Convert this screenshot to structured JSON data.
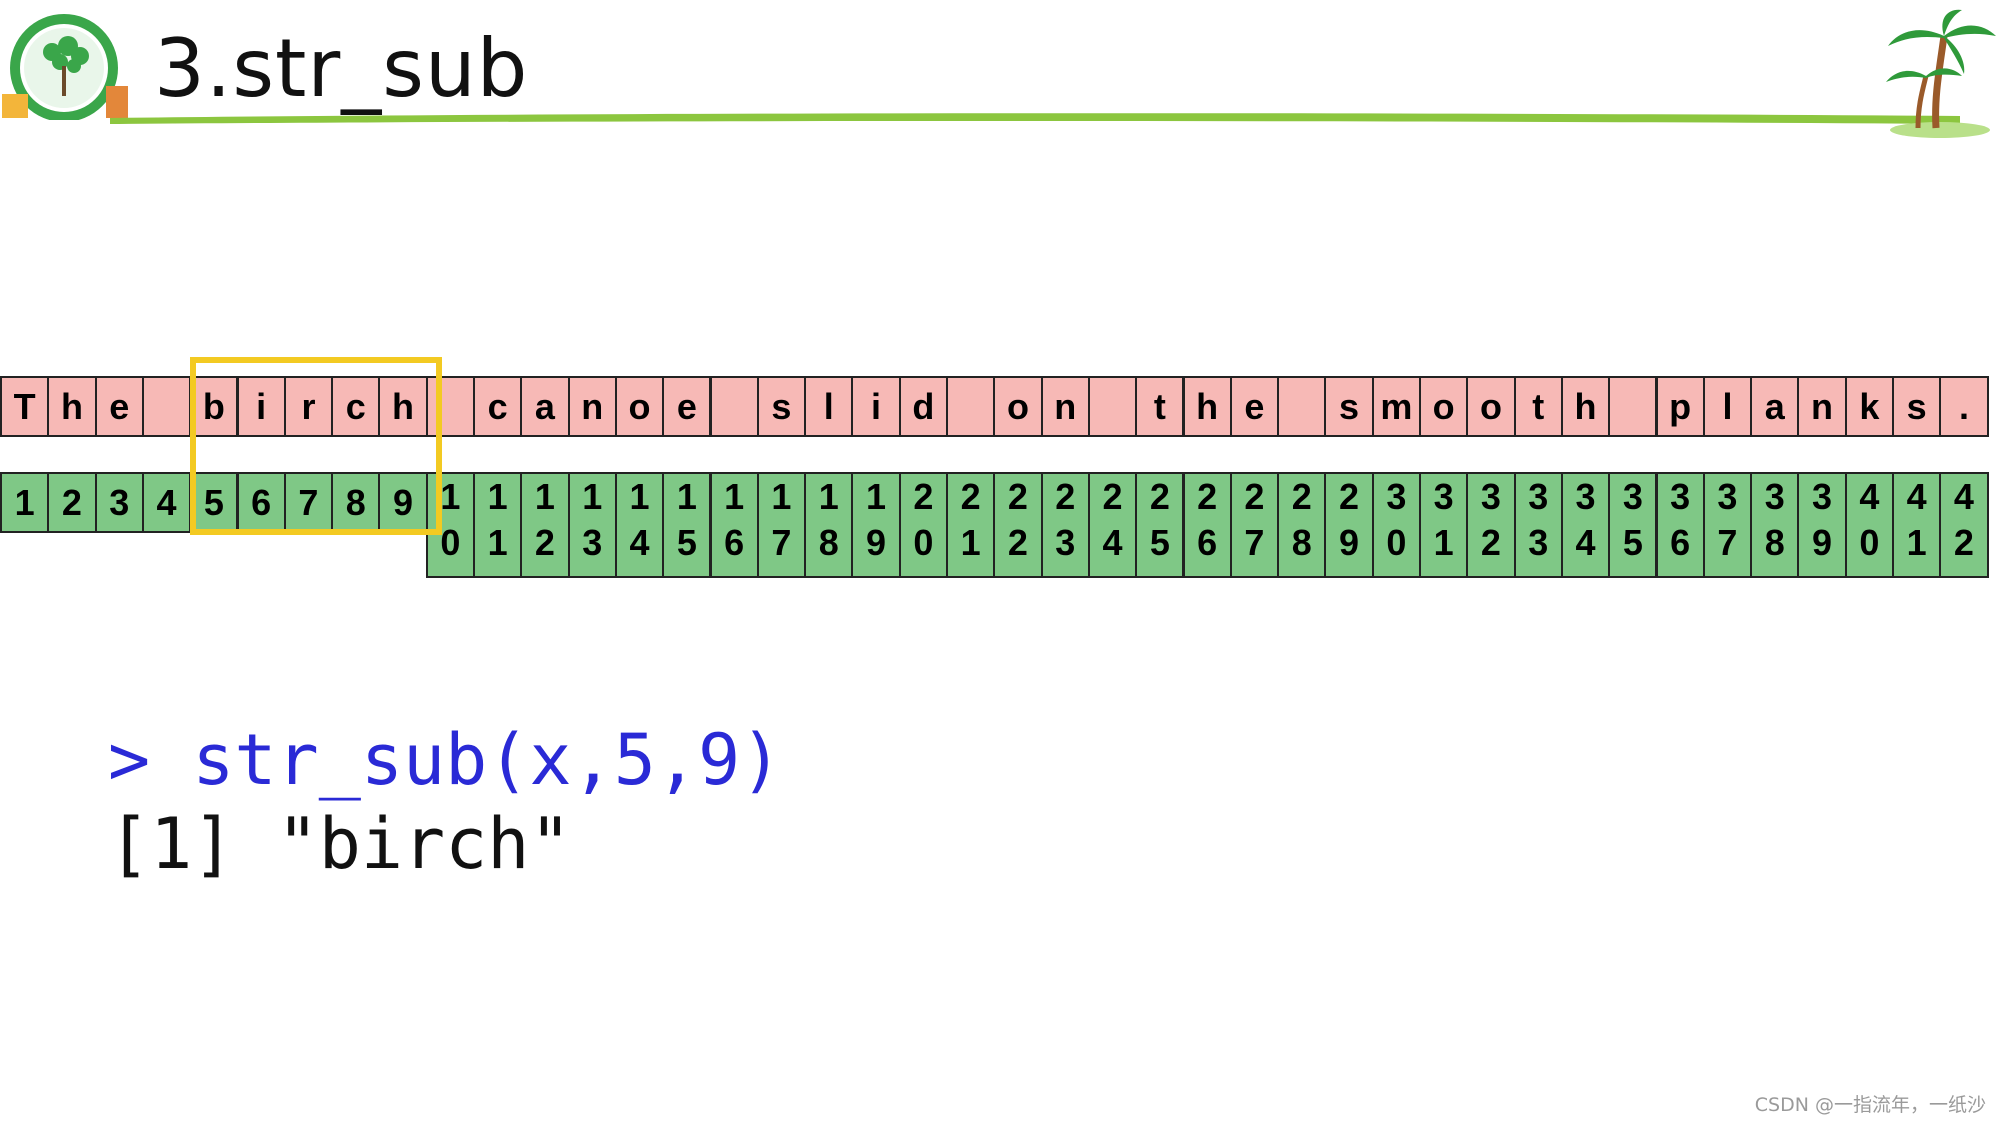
{
  "title": "3.str_sub",
  "sentence_chars": [
    "T",
    "h",
    "e",
    " ",
    "b",
    "i",
    "r",
    "c",
    "h",
    " ",
    "c",
    "a",
    "n",
    "o",
    "e",
    " ",
    "s",
    "l",
    "i",
    "d",
    " ",
    "o",
    "n",
    " ",
    "t",
    "h",
    "e",
    " ",
    "s",
    "m",
    "o",
    "o",
    "t",
    "h",
    " ",
    "p",
    "l",
    "a",
    "n",
    "k",
    "s",
    "."
  ],
  "indices": [
    "1",
    "2",
    "3",
    "4",
    "5",
    "6",
    "7",
    "8",
    "9",
    "10",
    "11",
    "12",
    "13",
    "14",
    "15",
    "16",
    "17",
    "18",
    "19",
    "20",
    "21",
    "22",
    "23",
    "24",
    "25",
    "26",
    "27",
    "28",
    "29",
    "30",
    "31",
    "32",
    "33",
    "34",
    "35",
    "36",
    "37",
    "38",
    "39",
    "40",
    "41",
    "42"
  ],
  "highlight": {
    "start": 5,
    "end": 9,
    "color": "#f3ca22"
  },
  "colors": {
    "char_cells": "#f7b9b6",
    "index_cells": "#7fc886",
    "command": "#2a2ad6",
    "rule": "#8cc63f"
  },
  "console": {
    "command": "> str_sub(x,5,9)",
    "output": "[1] \"birch\""
  },
  "watermark": "CSDN @一指流年，一纸沙"
}
